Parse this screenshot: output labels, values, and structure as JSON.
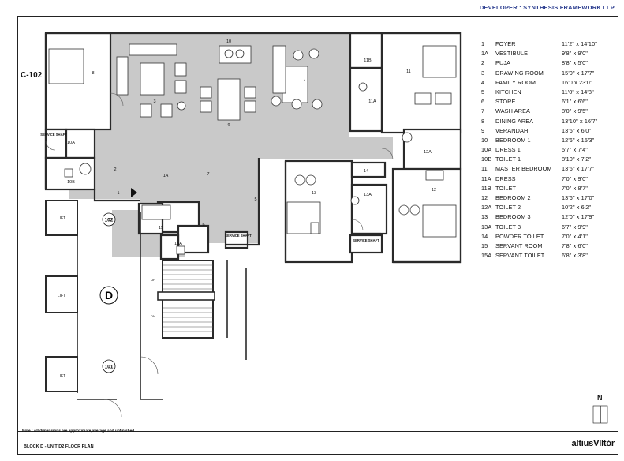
{
  "header": {
    "developer": "DEVELOPER : SYNTHESIS FRAMEWORK LLP"
  },
  "unit": {
    "code": "C-102"
  },
  "plan": {
    "room_tags": [
      "1",
      "1A",
      "2",
      "3",
      "4",
      "5",
      "6",
      "7",
      "8",
      "9",
      "10",
      "10A",
      "10B",
      "11",
      "11A",
      "11B",
      "12",
      "12A",
      "13",
      "13A",
      "14",
      "15",
      "15A"
    ],
    "labels": {
      "service_shaft": "SERVICE SHAFT",
      "lift": "LIFT",
      "up": "UP",
      "dn": "DN",
      "flat_102": "102",
      "flat_101": "101",
      "block": "D"
    }
  },
  "legend": [
    {
      "num": "1",
      "name": "FOYER",
      "size": "11'2\" x 14'10\""
    },
    {
      "num": "1A",
      "name": "VESTIBULE",
      "size": "9'8\" x 9'0\""
    },
    {
      "num": "2",
      "name": "PUJA",
      "size": "8'8\" x 5'0\""
    },
    {
      "num": "3",
      "name": "DRAWING ROOM",
      "size": "15'0\" x 17'7\""
    },
    {
      "num": "4",
      "name": "FAMILY ROOM",
      "size": "16'0 x 23'0\""
    },
    {
      "num": "5",
      "name": "KITCHEN",
      "size": "11'0\" x 14'8\""
    },
    {
      "num": "6",
      "name": "STORE",
      "size": "6'1\" x 6'6\""
    },
    {
      "num": "7",
      "name": "WASH AREA",
      "size": "8'0\" x 9'5\""
    },
    {
      "num": "8",
      "name": "DINING AREA",
      "size": "13'10\" x 16'7\""
    },
    {
      "num": "9",
      "name": "VERANDAH",
      "size": "13'6\" x 6'0\""
    },
    {
      "num": "10",
      "name": "BEDROOM 1",
      "size": "12'6\" x 15'3\""
    },
    {
      "num": "10A",
      "name": "DRESS 1",
      "size": "5'7\" x 7'4\""
    },
    {
      "num": "10B",
      "name": "TOILET  1",
      "size": "8'10\" x 7'2\""
    },
    {
      "num": "11",
      "name": "MASTER BEDROOM",
      "size": "13'6\" x 17'7\""
    },
    {
      "num": "11A",
      "name": "DRESS",
      "size": "7'0\" x 9'0\""
    },
    {
      "num": "11B",
      "name": "TOILET",
      "size": "7'0\" x 8'7\""
    },
    {
      "num": "12",
      "name": "BEDROOM 2",
      "size": "13'6\" x 17'0\""
    },
    {
      "num": "12A",
      "name": "TOILET  2",
      "size": "10'2\" x 6'2\""
    },
    {
      "num": "13",
      "name": "BEDROOM 3",
      "size": "12'0\" x 17'9\""
    },
    {
      "num": "13A",
      "name": "TOILET  3",
      "size": "6'7\" x 9'9\""
    },
    {
      "num": "14",
      "name": "POWDER TOILET",
      "size": "7'0\" x 4'1\""
    },
    {
      "num": "15",
      "name": "SERVANT ROOM",
      "size": "7'8\" x 6'0\""
    },
    {
      "num": "15A",
      "name": "SERVANT TOILET",
      "size": "6'8\" x 3'8\""
    }
  ],
  "north": {
    "label": "N"
  },
  "footer": {
    "note": "Note : All dimensions are approximate,average and unfinished",
    "title": "BLOCK D  - UNIT  D2  FLOOR PLAN",
    "brand": "altiusVIltór"
  },
  "colors": {
    "wall": "#2a2a2a",
    "living_fill": "#c9c9c9",
    "room_fill": "#ffffff",
    "developer_text": "#2b3d8f"
  }
}
